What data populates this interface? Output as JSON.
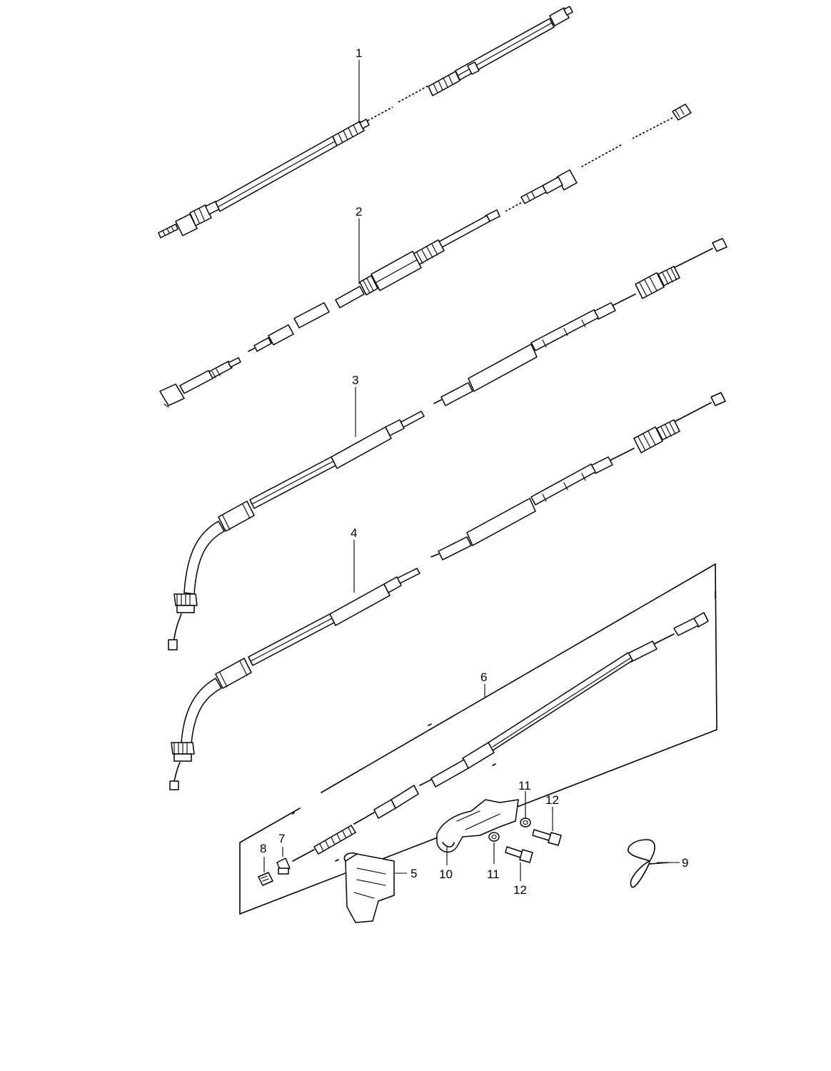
{
  "labels": {
    "p1": "1",
    "p2": "2",
    "p3": "3",
    "p4": "4",
    "p5": "5",
    "p6": "6",
    "p7": "7",
    "p8": "8",
    "p9": "9",
    "p10": "10",
    "p11a": "11",
    "p11b": "11",
    "p12a": "12",
    "p12b": "12"
  }
}
